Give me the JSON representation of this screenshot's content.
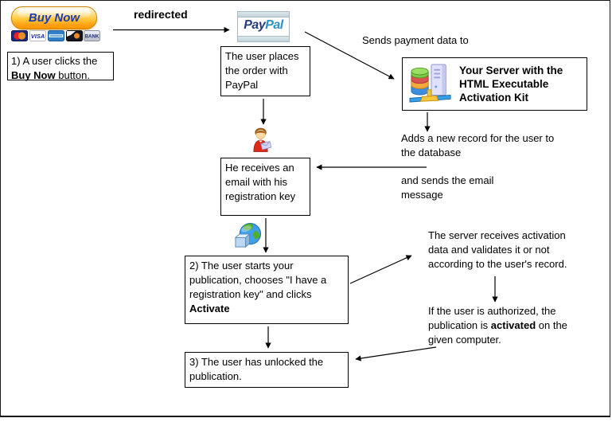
{
  "buy_button": {
    "label": "Buy Now"
  },
  "payment_cards": {
    "items": [
      {
        "name": "mastercard",
        "text": ""
      },
      {
        "name": "visa",
        "text": "VISA"
      },
      {
        "name": "amex",
        "text": ""
      },
      {
        "name": "discover",
        "text": ""
      },
      {
        "name": "bank",
        "text": "BANK"
      }
    ]
  },
  "paypal_logo": {
    "text_primary": "Pay",
    "text_secondary": "Pal"
  },
  "labels": {
    "redirected": "redirected",
    "sends_payment": "Sends payment data to"
  },
  "boxes": {
    "step1": {
      "line1": "1) A user clicks the",
      "bold": "Buy Now",
      "rest": " button."
    },
    "order": {
      "lines": [
        "The user places",
        "the order with",
        "PayPal"
      ]
    },
    "server": {
      "lines": [
        "Your Server with the",
        "HTML Executable",
        "Activation Kit"
      ]
    },
    "email": {
      "lines": [
        "He receives an",
        "email with his",
        "registration key"
      ]
    },
    "step2": {
      "lines": [
        "2) The user starts your",
        "publication, chooses \"I have a",
        "registration key\" and clicks"
      ],
      "bold": "Activate"
    },
    "step3": {
      "lines": [
        "3) The user has unlocked the",
        "publication."
      ]
    }
  },
  "notes": {
    "adds_record": {
      "lines": [
        "Adds a new record for the user to",
        "the database"
      ]
    },
    "sends_email": {
      "lines": [
        "and sends the email",
        "message"
      ]
    },
    "validates": {
      "lines": [
        "The server receives activation",
        "data and validates it or not",
        "according to the user's record."
      ]
    },
    "authorized": {
      "line1": "If the user is authorized, the",
      "line2_pre": "publication is ",
      "line2_bold": "activated",
      "line2_post": " on the",
      "line3": "given computer."
    }
  },
  "colors": {
    "background": "#ffffff",
    "box_border": "#000000",
    "arrow": "#000000",
    "buy_button_top": "#fffbe6",
    "buy_button_bottom": "#ff9400",
    "buy_button_text": "#1c3ab2",
    "paypal_dark_blue": "#253b80",
    "paypal_light_blue": "#2892c6"
  },
  "icons": [
    "buy-now-button",
    "mastercard-card-icon",
    "visa-card-icon",
    "amex-card-icon",
    "discover-card-icon",
    "bank-card-icon",
    "paypal-logo",
    "server-database-icon",
    "user-icon",
    "globe-publication-icon"
  ]
}
